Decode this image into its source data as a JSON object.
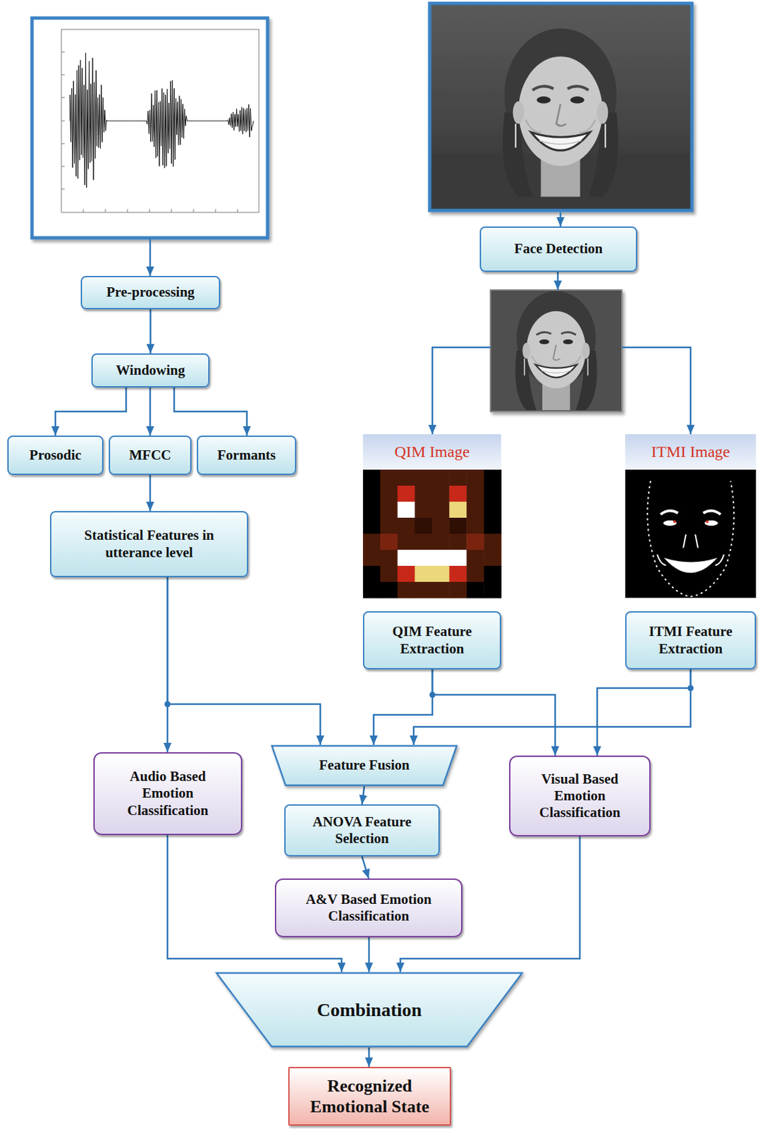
{
  "diagram": {
    "nodes": [
      {
        "text": [
          "Pre-processing"
        ]
      },
      {
        "text": [
          "Windowing"
        ]
      },
      {
        "text": [
          "Prosodic"
        ]
      },
      {
        "text": [
          "MFCC"
        ]
      },
      {
        "text": [
          "Formants"
        ]
      },
      {
        "text": [
          "Statistical Features in utterance level"
        ]
      },
      {
        "text": [
          "Face Detection"
        ]
      },
      {
        "text": [
          "QIM Image"
        ]
      },
      {
        "text": [
          "ITMI Image"
        ]
      },
      {
        "text": [
          "QIM Feature Extraction"
        ]
      },
      {
        "text": [
          "ITMI Feature Extraction"
        ]
      },
      {
        "text": [
          "Audio Based Emotion Classification"
        ]
      },
      {
        "text": [
          "Feature Fusion"
        ]
      },
      {
        "text": [
          "ANOVA Feature Selection"
        ]
      },
      {
        "text": [
          "Visual Based Emotion Classification"
        ]
      },
      {
        "text": [
          "A&V Based Emotion Classification"
        ]
      },
      {
        "text": [
          "Combination"
        ]
      },
      {
        "text": [
          "Recognized Emotional State"
        ]
      }
    ],
    "edges": [
      {
        "from": 0,
        "to": 1,
        "arrow": "to"
      },
      {
        "from": 1,
        "to": 2,
        "arrow": "to"
      },
      {
        "from": 1,
        "to": 3,
        "arrow": "to"
      },
      {
        "from": 1,
        "to": 4,
        "arrow": "to"
      },
      {
        "from": 3,
        "to": 5,
        "arrow": "to"
      },
      {
        "from": 5,
        "to": 11,
        "arrow": "to"
      },
      {
        "from": 5,
        "to": 12,
        "arrow": "to"
      },
      {
        "from": 9,
        "to": 12,
        "arrow": "to"
      },
      {
        "from": 9,
        "to": 14,
        "arrow": "to"
      },
      {
        "from": 10,
        "to": 12,
        "arrow": "to"
      },
      {
        "from": 10,
        "to": 14,
        "arrow": "to"
      },
      {
        "from": 12,
        "to": 13,
        "arrow": "to"
      },
      {
        "from": 13,
        "to": 15,
        "arrow": "to"
      },
      {
        "from": 11,
        "to": 16,
        "arrow": "to"
      },
      {
        "from": 15,
        "to": 16,
        "arrow": "to"
      },
      {
        "from": 14,
        "to": 16,
        "arrow": "to"
      },
      {
        "from": 16,
        "to": 17,
        "arrow": "to"
      }
    ]
  }
}
